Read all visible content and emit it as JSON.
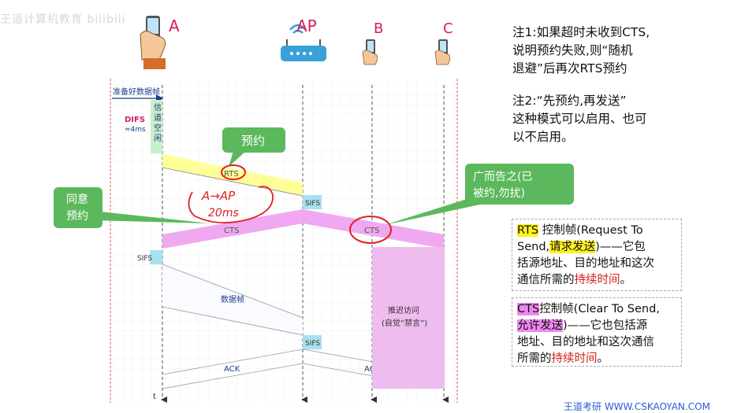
{
  "header": {
    "watermark": "王道计算机教育 bilibili"
  },
  "stations": [
    "A",
    "AP",
    "B",
    "C"
  ],
  "labels": {
    "ready": "准备好数据帧",
    "difs": "DIFS",
    "difs_time": "≈4ms",
    "idle": [
      "信",
      "道",
      "空",
      "闲"
    ],
    "rts": "RTS",
    "cts": "CTS",
    "sifs": "SIFS",
    "data_frame": "数据帧",
    "ack": "ACK",
    "defer1": "推迟访问",
    "defer2": "(自觉“禁言”)",
    "time_axis": "t"
  },
  "callouts": {
    "reserve": "预约",
    "agree1": "同意",
    "agree2": "预约",
    "broadcast1": "广而告之(已",
    "broadcast2": "被约,勿扰)"
  },
  "handwriting": {
    "line1": "A→AP",
    "line2": "20ms"
  },
  "notes": {
    "note1": [
      "注1:如果超时未收到CTS,",
      "说明预约失败,则“随机",
      "退避”后再次RTS预约"
    ],
    "note2": [
      "注2:“先预约,再发送”",
      "这种模式可以启用、也可",
      "以不启用。"
    ]
  },
  "rts_box": {
    "term": "RTS",
    "line1_rest": " 控制帧(Request To",
    "line2_a": "Send,",
    "line2_hl": "请求发送",
    "line2_b": ")——它包",
    "line3": "括源地址、目的地址和这次",
    "line4_a": "通信所需的",
    "line4_red": "持续时间",
    "line4_b": "。"
  },
  "cts_box": {
    "term": "CTS",
    "line1_rest": "控制帧(Clear To Send,",
    "line2_hl": "允许发送",
    "line2_b": ")——它也包括源",
    "line3": "地址、目的地址和这次通信",
    "line4_a": "所需的",
    "line4_red": "持续时间",
    "line4_b": "。"
  },
  "footer": {
    "text": "王道考研 WWW.CSKAOYAN.COM"
  },
  "colors": {
    "rts": "#ffff99",
    "cts": "#f0a8f0",
    "sifs": "#a8e0f0",
    "difs": "#c8f0c8",
    "callout": "#5cb85c",
    "ink": "#e02020"
  }
}
